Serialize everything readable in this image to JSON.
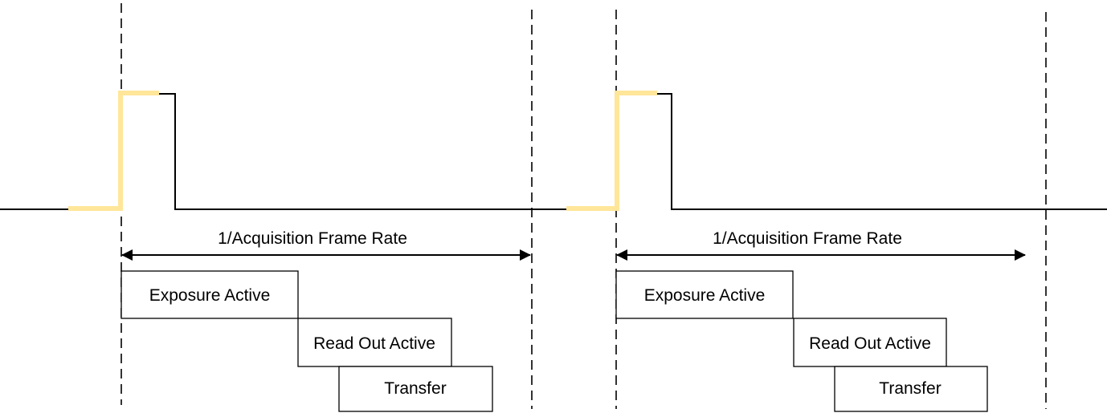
{
  "colors": {
    "signal_line": "#000000",
    "trigger_highlight": "#ffe699",
    "box_stroke": "#000000",
    "box_fill": "#ffffff"
  },
  "cycles": [
    {
      "period_label": "1/Acquisition Frame Rate",
      "exposure_label": "Exposure Active",
      "readout_label": "Read Out Active",
      "transfer_label": "Transfer"
    },
    {
      "period_label": "1/Acquisition Frame Rate",
      "exposure_label": "Exposure Active",
      "readout_label": "Read Out Active",
      "transfer_label": "Transfer"
    }
  ]
}
